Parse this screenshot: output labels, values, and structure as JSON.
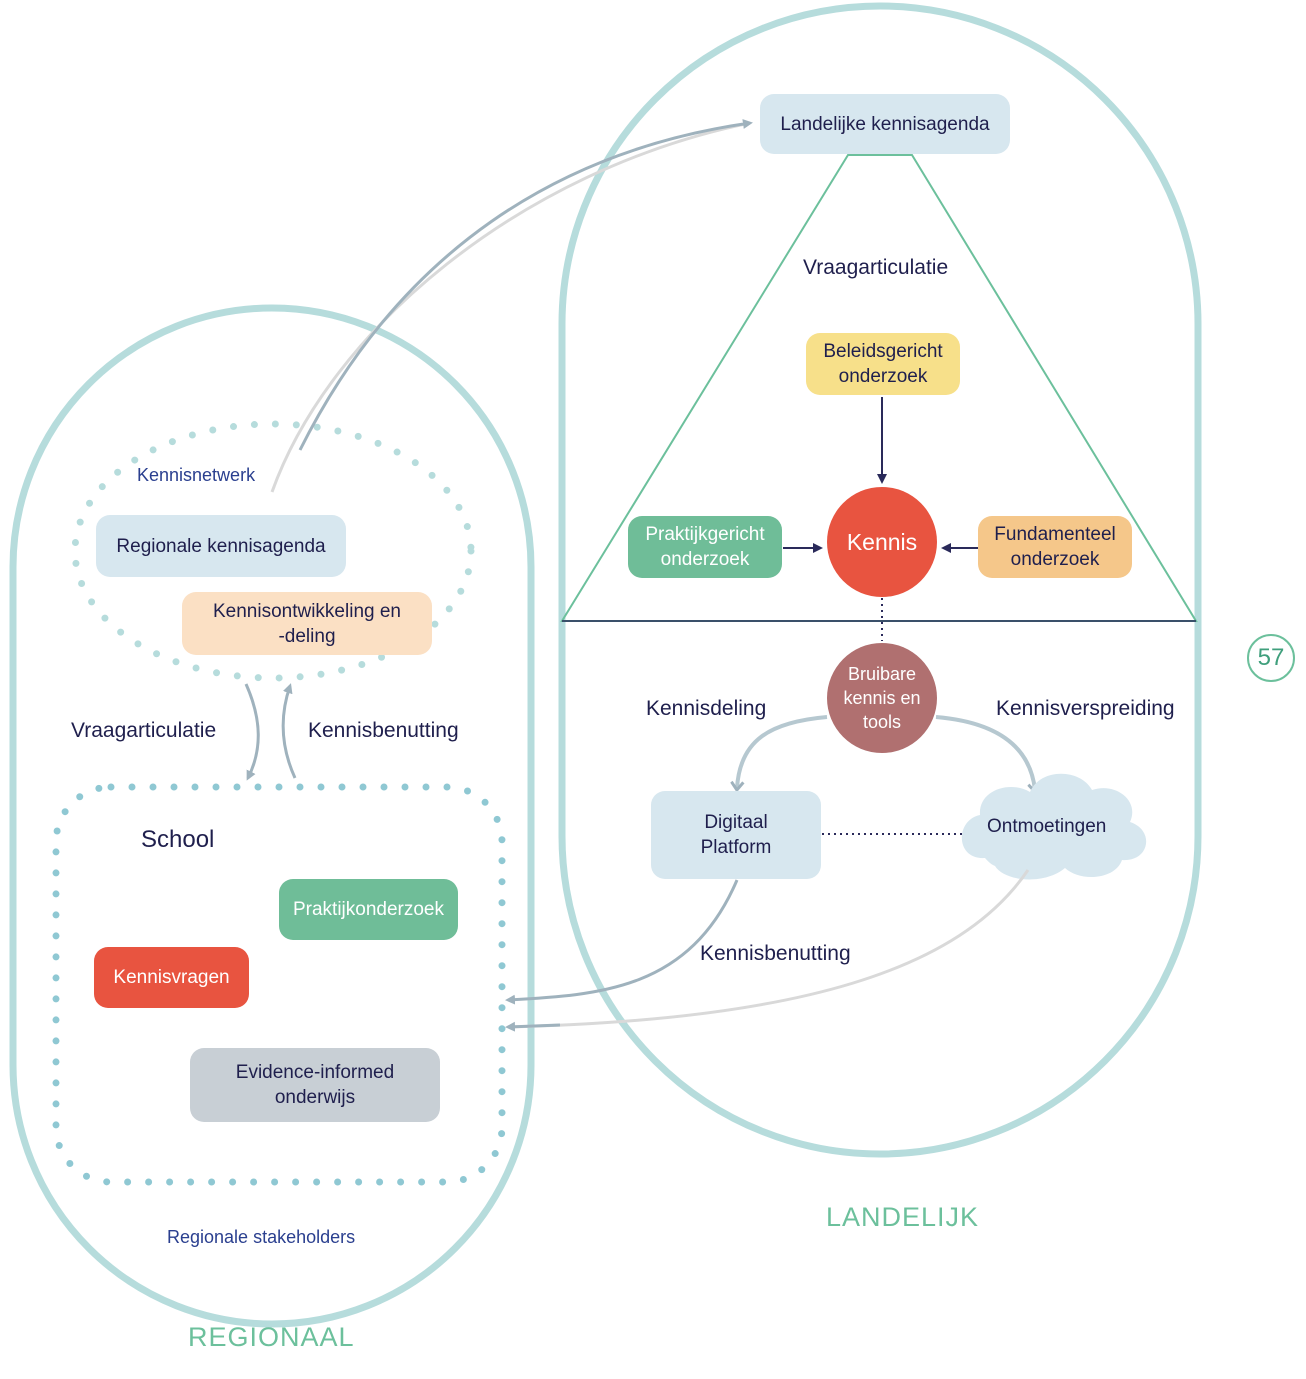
{
  "colors": {
    "outline": "#b6dcdc",
    "triangle": "#6cc09c",
    "dots_regional": "#b6dcdc",
    "dots_school": "#8fc8d3",
    "arrow_grey": "#9fb2bd",
    "arrow_light": "#d9d9d9",
    "arrow_dark": "#2a2a5a",
    "light_blue": "#d7e7ef",
    "green": "#6fbd98",
    "red": "#e85440",
    "yellow": "#f7e08a",
    "orange": "#f5c78a",
    "peach": "#fbe0c4",
    "grey": "#c8cfd5",
    "brown": "#b07070"
  },
  "landelijk": {
    "title": "LANDELIJK",
    "kennisagenda": "Landelijke kennisagenda",
    "vraagarticulatie": "Vraagarticulatie",
    "beleidsgericht": "Beleidsgericht onderzoek",
    "praktijkgericht": "Praktijkgericht onderzoek",
    "fundamenteel": "Fundamenteel onderzoek",
    "kennis": "Kennis",
    "bruibare": "Bruibare kennis en tools",
    "kennisdeling": "Kennisdeling",
    "kennisverspreiding": "Kennisverspreiding",
    "digitaal_platform": "Digitaal Platform",
    "ontmoetingen": "Ontmoetingen",
    "kennisbenutting": "Kennisbenutting"
  },
  "regionaal": {
    "title": "REGIONAAL",
    "kennisnetwerk": "Kennisnetwerk",
    "regionale_kennisagenda": "Regionale kennisagenda",
    "kennisontwikkeling": "Kennisontwikkeling en -deling",
    "vraagarticulatie": "Vraagarticulatie",
    "kennisbenutting": "Kennisbenutting",
    "school": "School",
    "praktijkonderzoek": "Praktijkonderzoek",
    "kennisvragen": "Kennisvragen",
    "evidence_informed": "Evidence-informed onderwijs",
    "stakeholders": "Regionale stakeholders"
  },
  "page_number": "57"
}
